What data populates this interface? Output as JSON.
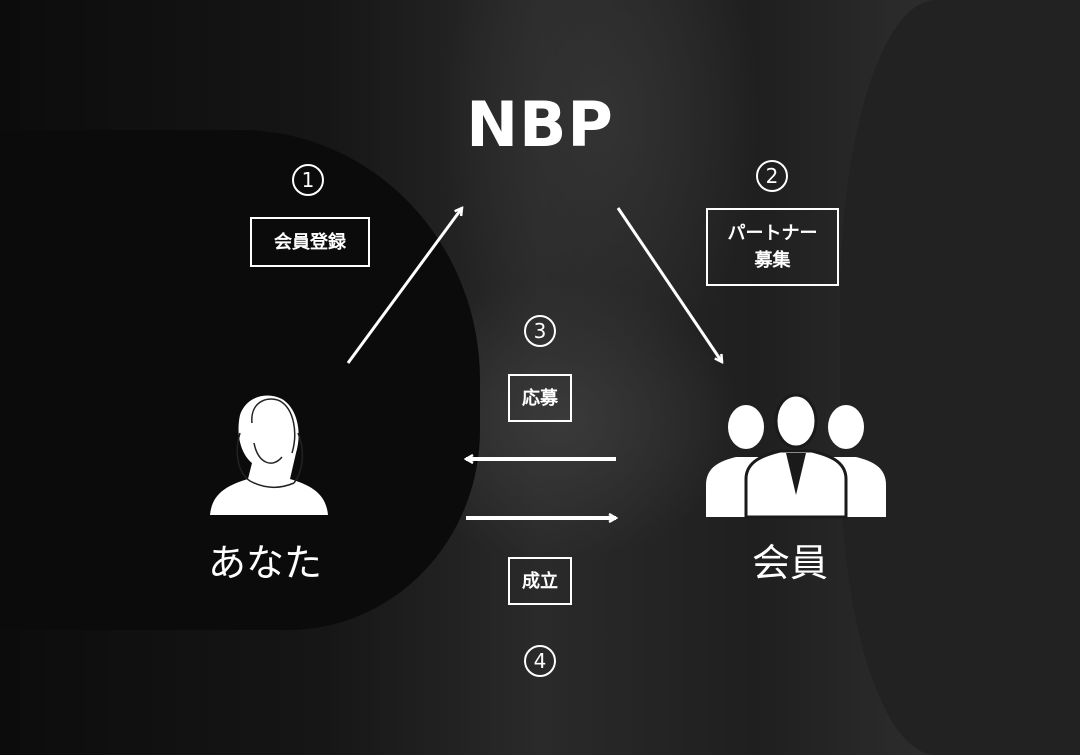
{
  "title": "NBP",
  "steps": [
    {
      "number": "1",
      "label": "会員登録"
    },
    {
      "number": "2",
      "label_line1": "パートナー",
      "label_line2": "募集"
    },
    {
      "number": "3",
      "label": "応募"
    },
    {
      "number": "4",
      "label": "成立"
    }
  ],
  "nodes": {
    "you": "あなた",
    "member": "会員"
  }
}
